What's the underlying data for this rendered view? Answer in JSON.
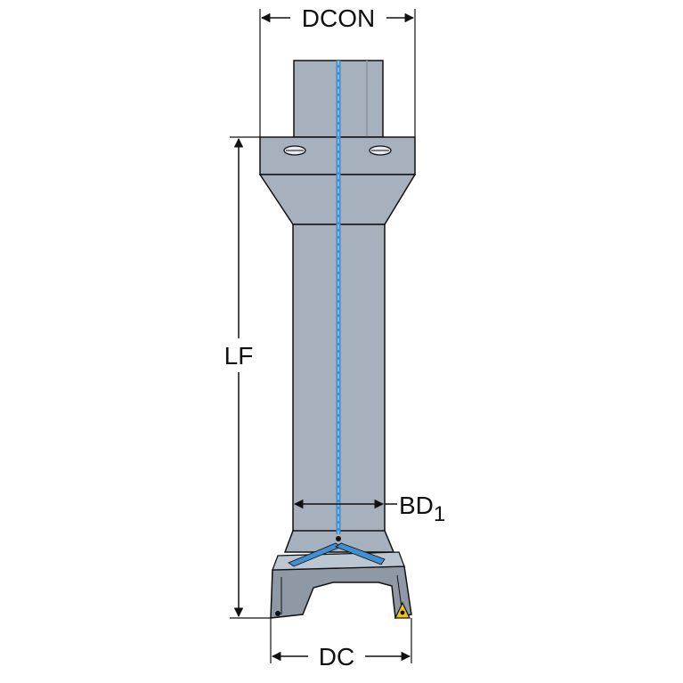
{
  "dimensions": {
    "dcon": "DCON",
    "lf": "LF",
    "bd_main": "BD",
    "bd_sub": "1",
    "dc": "DC"
  },
  "colors": {
    "body": "#a6b1bd",
    "body_dark": "#8e99a5",
    "body_light": "#bcc6d0",
    "outline": "#111111",
    "coolant": "#3f8fd2",
    "coolant_light": "#8fc3ee",
    "warning": "#f2c413"
  },
  "icons": {
    "warning": "warning-triangle-icon"
  }
}
